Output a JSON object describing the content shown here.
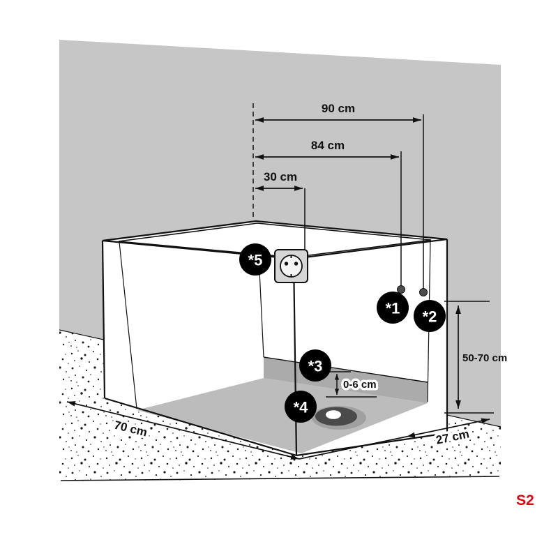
{
  "page": {
    "code": "S2",
    "code_color": "#e8000d"
  },
  "colors": {
    "wall": "#c6c6c6",
    "floor_panel": "#bcbcbc",
    "back_band": "#ababab",
    "badge_bg": "#000000",
    "badge_text": "#ffffff",
    "line": "#111111",
    "stipple_dot": "#1a1a1a",
    "drain_dark": "#4a4a4a",
    "outlet_fill": "#d6d6d6"
  },
  "dimensions": {
    "width_back": "90 cm",
    "width_socket": "84 cm",
    "socket_offset": "30 cm",
    "outlet_height": "50-70 cm",
    "tray_inset": "0-6 cm",
    "depth": "70 cm",
    "side": "27 cm"
  },
  "markers": {
    "m1": "*1",
    "m2": "*2",
    "m3": "*3",
    "m4": "*4",
    "m5": "*5"
  },
  "icons": {
    "outlet": "power-outlet-icon",
    "drain": "drain-icon"
  }
}
